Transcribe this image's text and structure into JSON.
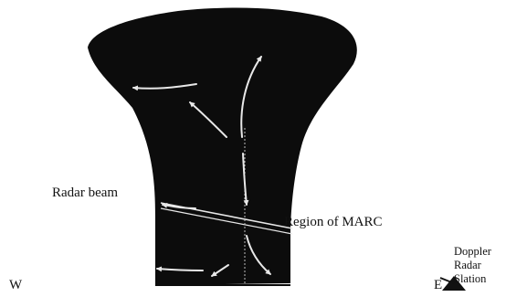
{
  "labels": {
    "radar_beam": "Radar beam",
    "region": "Region of MARC",
    "west": "W",
    "east": "E",
    "station": "Doppler\nRadar\nSlation"
  },
  "icons": {
    "station_marker": "radar-antenna-triangle"
  },
  "colors": {
    "storm_fill": "#0c0c0c",
    "arrows": "#e8e8e8",
    "text": "#111111"
  }
}
